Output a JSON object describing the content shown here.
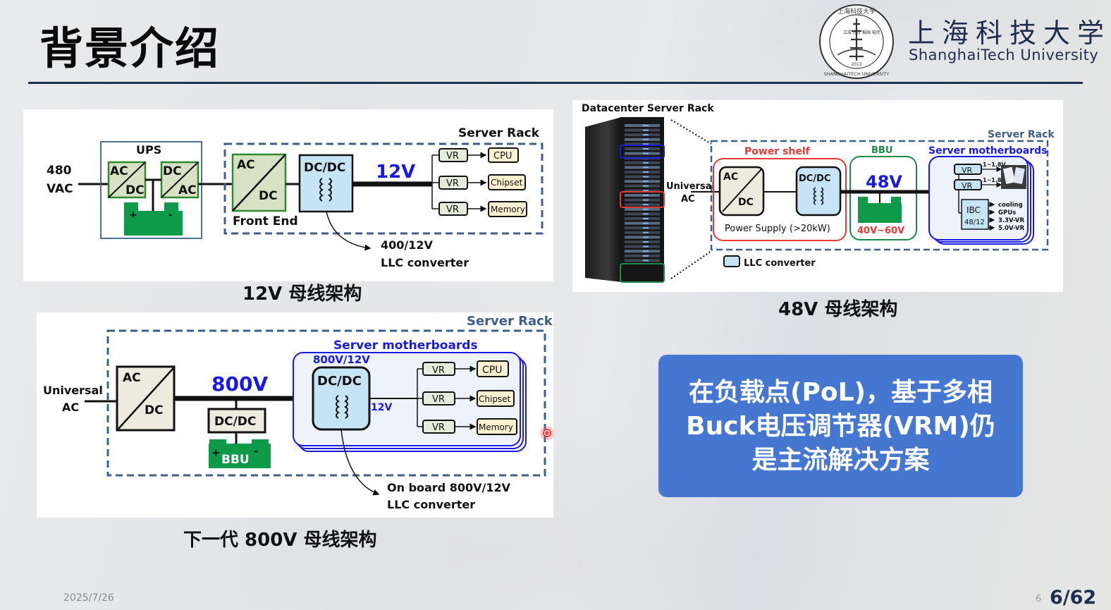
{
  "slide": {
    "title": "背景介绍",
    "university_cn": "上海科技大学",
    "university_en": "ShanghaiTech University",
    "logo": {
      "text_top": "上海科技大学",
      "text_bottom": "SHANGHAITECH UNIVERSITY",
      "motto_left": "立成 志才",
      "motto_right": "报国 裕民",
      "year": "2013"
    },
    "date": "2025/7/26",
    "page_small": "6",
    "page_indicator": "6/62",
    "callout": [
      "在负载点(PoL)，基于多相",
      "Buck电压调节器(VRM)仍",
      "是主流解决方案"
    ],
    "colors": {
      "accent_navy": "#1f2d4e",
      "callout_blue": "#4576d0",
      "bus_blue": "#1a1adf",
      "battery_green": "#0e9a48",
      "shelf_red": "#e53935"
    }
  },
  "diagram_12v": {
    "caption": "12V 母线架构",
    "input": [
      "480",
      "VAC"
    ],
    "ups_label": "UPS",
    "ups_acdc": [
      "AC",
      "DC"
    ],
    "ups_dcac": [
      "DC",
      "AC"
    ],
    "battery_plus": "+",
    "battery_minus": "-",
    "frontend": [
      "AC",
      "DC"
    ],
    "frontend_label": "Front End",
    "dcdc_label": "DC/DC",
    "bus_voltage": "12V",
    "rack_label": "Server Rack",
    "vr_label": "VR",
    "loads": [
      "CPU",
      "Chipset",
      "Memory"
    ],
    "converter_note": [
      "400/12V",
      "LLC converter"
    ]
  },
  "diagram_48v": {
    "caption": "48V 母线架构",
    "rack_photo_label": "Datacenter Server Rack",
    "rack_label": "Server Rack",
    "input": [
      "Universal",
      "AC"
    ],
    "power_shelf_label": "Power shelf",
    "acdc": [
      "AC",
      "DC"
    ],
    "dcdc_label": "DC/DC",
    "power_supply_label": "Power Supply (>20kW)",
    "bbu_label": "BBU",
    "bus_voltage": "48V",
    "bbu_range": "40V~60V",
    "motherboard_label": "Server motherboards",
    "vr_label": "VR",
    "vr_output": "1~1.8V",
    "ibc": [
      "IBC",
      "48/12"
    ],
    "ibc_outputs": [
      "cooling",
      "GPUs",
      "3.3V-VR",
      "5.0V-VR"
    ],
    "legend": "LLC converter"
  },
  "diagram_800v": {
    "caption": "下一代 800V 母线架构",
    "input": [
      "Universal",
      "AC"
    ],
    "acdc": [
      "AC",
      "DC"
    ],
    "bus_voltage": "800V",
    "bbu_dcdc_label": "DC/DC",
    "bbu_label": "BBU",
    "battery_plus": "+",
    "battery_minus": "-",
    "rack_label": "Server Rack",
    "motherboard_label": "Server motherboards",
    "onboard_ratio": "800V/12V",
    "dcdc_label": "DC/DC",
    "out_voltage": "12V",
    "vr_label": "VR",
    "loads": [
      "CPU",
      "Chipset",
      "Memory"
    ],
    "converter_note": [
      "On board 800V/12V",
      "LLC converter"
    ]
  }
}
